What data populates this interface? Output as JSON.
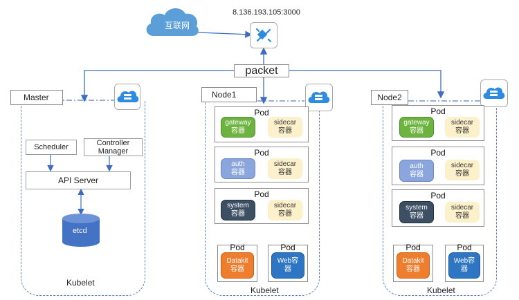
{
  "top": {
    "internet_label": "互联网",
    "address": "8.136.193.105:3000",
    "packet_label": "packet"
  },
  "master": {
    "title": "Master",
    "scheduler": "Scheduler",
    "controller_manager": "Controller Manager",
    "api_server": "API Server",
    "etcd": "etcd",
    "kubelet": "Kubelet"
  },
  "node1": {
    "title": "Node1",
    "kubelet": "Kubelet",
    "pods": [
      {
        "title": "Pod",
        "main": "gateway\n容器",
        "sidecar": "sidecar\n容器"
      },
      {
        "title": "Pod",
        "main": "auth\n容器",
        "sidecar": "sidecar\n容器"
      },
      {
        "title": "Pod",
        "main": "system\n容器",
        "sidecar": "sidecar\n容器"
      }
    ],
    "small_pods": [
      {
        "title": "Pod",
        "label": "Datakit\n容器"
      },
      {
        "title": "Pod",
        "label": "Web容\n器"
      }
    ]
  },
  "node2": {
    "title": "Node2",
    "kubelet": "Kubelet",
    "pods": [
      {
        "title": "Pod",
        "main": "gateway\n容器",
        "sidecar": "sidecar\n容器"
      },
      {
        "title": "Pod",
        "main": "auth\n容器",
        "sidecar": "sidecar\n容器"
      },
      {
        "title": "Pod",
        "main": "system\n容器",
        "sidecar": "sidecar\n容器"
      }
    ],
    "small_pods": [
      {
        "title": "Pod",
        "label": "Datakit\n容器"
      },
      {
        "title": "Pod",
        "label": "Web容\n器"
      }
    ]
  },
  "icons": {
    "cloud": "cloud-icon",
    "connector": "connector-icon",
    "server": "server-cloud-icon"
  },
  "colors": {
    "arrow": "#3d6cc0",
    "gateway": "#6db33f",
    "auth": "#8aa6dc",
    "system": "#3d4f63",
    "sidecar": "#fdf1cc",
    "datakit": "#ee7d2e",
    "web": "#2e75c3"
  }
}
